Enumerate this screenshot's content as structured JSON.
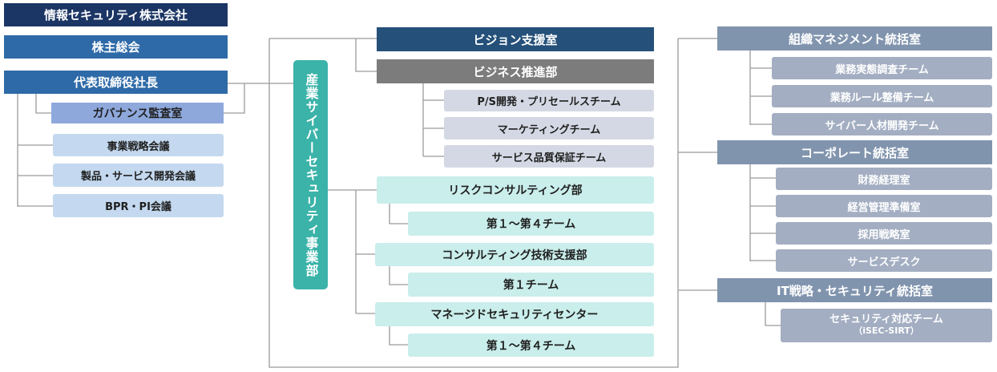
{
  "company": "情報セキュリティ株式会社",
  "shareholders": "株主総会",
  "president": "代表取締役社長",
  "governance": "ガバナンス監査室",
  "meetings": [
    "事業戦略会議",
    "製品・サービス開発会議",
    "BPR・PI会議"
  ],
  "division": "産業サイバーセキュリティ事業部",
  "vision": "ビジョン支援室",
  "business": {
    "title": "ビジネス推進部",
    "teams": [
      "P/S開発・プリセールスチーム",
      "マーケティングチーム",
      "サービス品質保証チーム"
    ]
  },
  "risk": {
    "title": "リスクコンサルティング部",
    "team": "第１～第４チーム"
  },
  "consult_tech": {
    "title": "コンサルティング技術支援部",
    "team": "第１チーム"
  },
  "managed": {
    "title": "マネージドセキュリティセンター",
    "team": "第１～第４チーム"
  },
  "org_mgmt": {
    "title": "組織マネジメント統括室",
    "teams": [
      "業務実態調査チーム",
      "業務ルール整備チーム",
      "サイバー人材開発チーム"
    ]
  },
  "corporate": {
    "title": "コーポレート統括室",
    "teams": [
      "財務経理室",
      "経営管理準備室",
      "採用戦略室",
      "サービスデスク"
    ]
  },
  "it_strategy": {
    "title": "IT戦略・セキュリティ統括室",
    "team": "セキュリティ対応チーム",
    "team_sub": "（iSEC-SIRT）"
  }
}
